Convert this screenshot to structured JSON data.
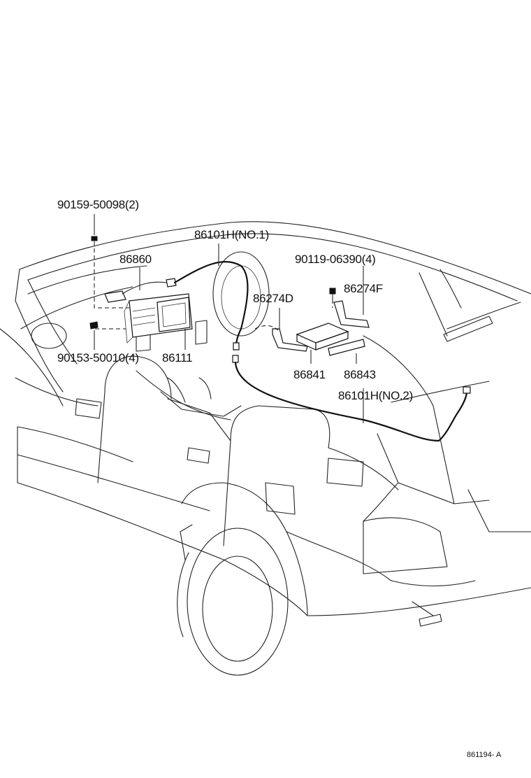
{
  "labels": {
    "bolt_90159": "90159-50098(2)",
    "antenna_harness_no1": "86101H(NO.1)",
    "part_86860": "86860",
    "bolt_90119": "90119-06390(4)",
    "bracket_86274D": "86274D",
    "bracket_86274F": "86274F",
    "bolt_90153": "90153-50010(4)",
    "display_86111": "86111",
    "part_86841": "86841",
    "part_86843": "86843",
    "antenna_harness_no2": "86101H(NO.2)"
  },
  "figure_number": "861194- A"
}
